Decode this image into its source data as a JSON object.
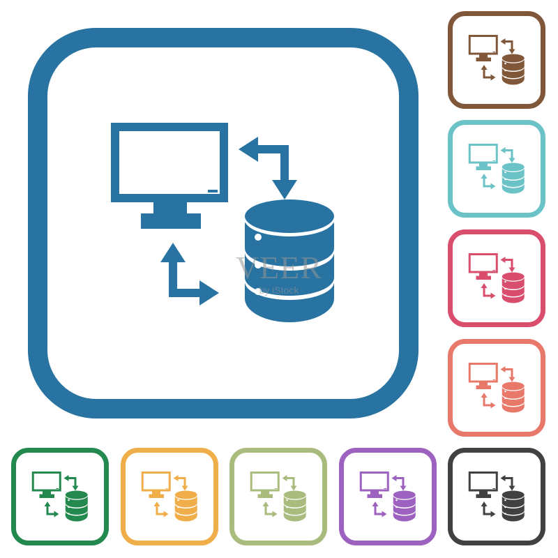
{
  "icon": "computer-database-sync-icon",
  "main_tile": {
    "color": "#2873a2"
  },
  "variant_tiles": [
    {
      "id": "tile-brown",
      "name": "icon-variant-brown",
      "color": "#805738"
    },
    {
      "id": "tile-teal",
      "name": "icon-variant-teal",
      "color": "#6cc3c7"
    },
    {
      "id": "tile-crimson",
      "name": "icon-variant-crimson",
      "color": "#d84e6c"
    },
    {
      "id": "tile-salmon",
      "name": "icon-variant-salmon",
      "color": "#e8786a"
    },
    {
      "id": "tile-green",
      "name": "icon-variant-green",
      "color": "#24894f"
    },
    {
      "id": "tile-orange",
      "name": "icon-variant-orange",
      "color": "#f0ae4b"
    },
    {
      "id": "tile-olive",
      "name": "icon-variant-olive",
      "color": "#aabb7e"
    },
    {
      "id": "tile-purple",
      "name": "icon-variant-purple",
      "color": "#9d62bf"
    },
    {
      "id": "tile-dark",
      "name": "icon-variant-dark",
      "color": "#414142"
    }
  ],
  "watermark": {
    "brand": "VEER",
    "subtitle": "by iStock"
  }
}
